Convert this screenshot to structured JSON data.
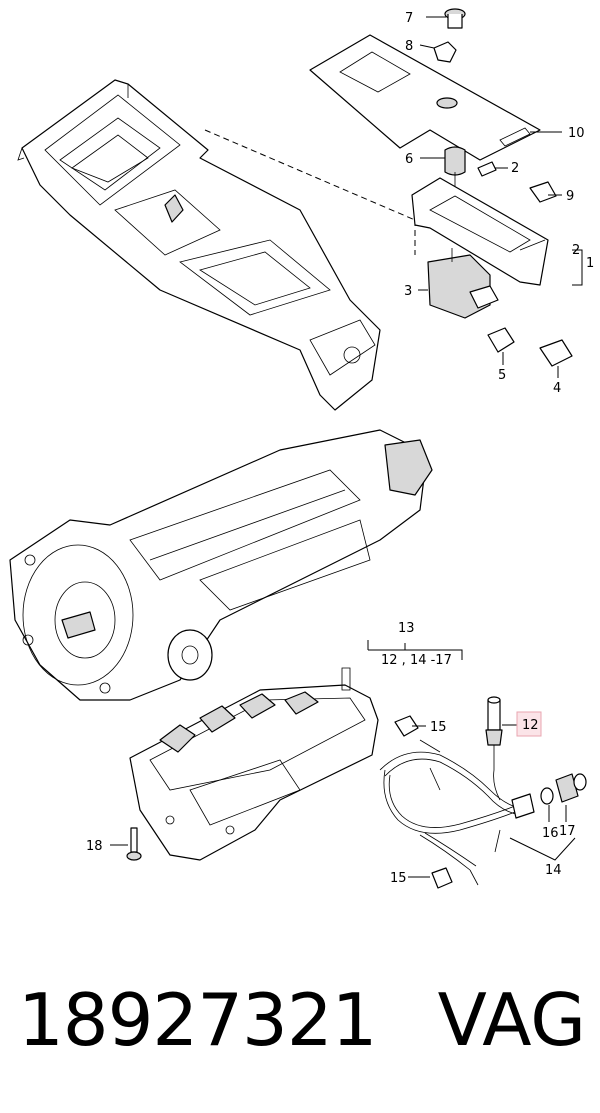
{
  "callouts": {
    "c1": "1",
    "c2a": "2",
    "c2b": "2",
    "c3": "3",
    "c4": "4",
    "c5": "5",
    "c6": "6",
    "c7": "7",
    "c8": "8",
    "c9": "9",
    "c10": "10",
    "c12": "12",
    "c13": "13",
    "c13sub": "12 , 14 -17",
    "c14": "14",
    "c15a": "15",
    "c15b": "15",
    "c16": "16",
    "c17": "17",
    "c18": "18"
  },
  "highlight_color": "#e8a6b0",
  "footer": {
    "part_number": "18927321",
    "brand": "VAG"
  }
}
